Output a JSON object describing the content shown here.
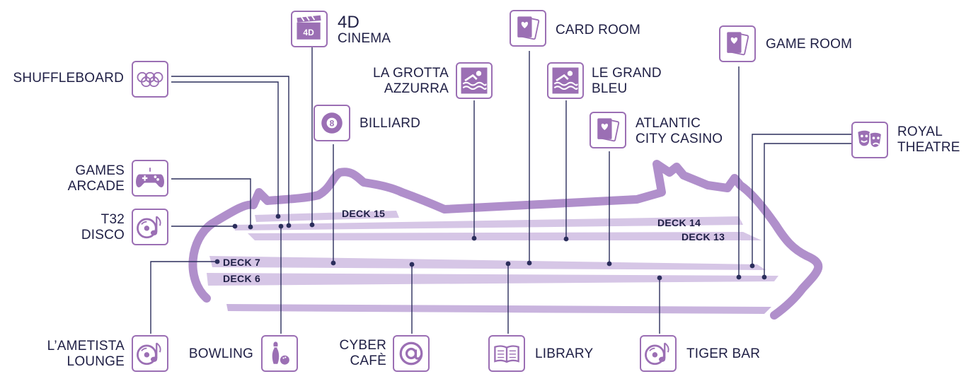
{
  "colors": {
    "accent": "#9b6fb4",
    "ship_light": "#d6c6e6",
    "ship_dark": "#b08fcb",
    "line": "#2b2e5c",
    "text": "#1f1f45"
  },
  "decks": {
    "d15": "DECK 15",
    "d14": "DECK 14",
    "d13": "DECK 13",
    "d7": "DECK 7",
    "d6": "DECK 6"
  },
  "venues": {
    "cinema": {
      "l1": "4D",
      "l2": "CINEMA",
      "icon": "film-4d-icon"
    },
    "card_room": {
      "l1": "CARD ROOM",
      "icon": "playing-cards-icon"
    },
    "game_room": {
      "l1": "GAME ROOM",
      "icon": "playing-cards-icon"
    },
    "shuffleboard": {
      "l1": "SHUFFLEBOARD",
      "icon": "rings-icon"
    },
    "grotta": {
      "l1": "LA GROTTA",
      "l2": "AZZURRA",
      "icon": "pool-swimmer-icon"
    },
    "grand_bleu": {
      "l1": "LE GRAND",
      "l2": "BLEU",
      "icon": "pool-swimmer-icon"
    },
    "billiard": {
      "l1": "BILLIARD",
      "icon": "eight-ball-icon"
    },
    "casino": {
      "l1": "ATLANTIC",
      "l2": "CITY CASINO",
      "icon": "playing-cards-icon"
    },
    "theatre": {
      "l1": "ROYAL",
      "l2": "THEATRE",
      "icon": "theatre-masks-icon"
    },
    "arcade": {
      "l1": "GAMES",
      "l2": "ARCADE",
      "icon": "gamepad-icon"
    },
    "disco": {
      "l1": "T32",
      "l2": "DISCO",
      "icon": "music-disc-icon"
    },
    "ametista": {
      "l1": "L’AMETISTA",
      "l2": "LOUNGE",
      "icon": "music-disc-icon"
    },
    "bowling": {
      "l1": "BOWLING",
      "icon": "bowling-icon"
    },
    "cyber": {
      "l1": "CYBER",
      "l2": "CAFÈ",
      "icon": "at-sign-icon"
    },
    "library": {
      "l1": "LIBRARY",
      "icon": "book-icon"
    },
    "tiger": {
      "l1": "TIGER BAR",
      "icon": "music-disc-icon"
    }
  }
}
